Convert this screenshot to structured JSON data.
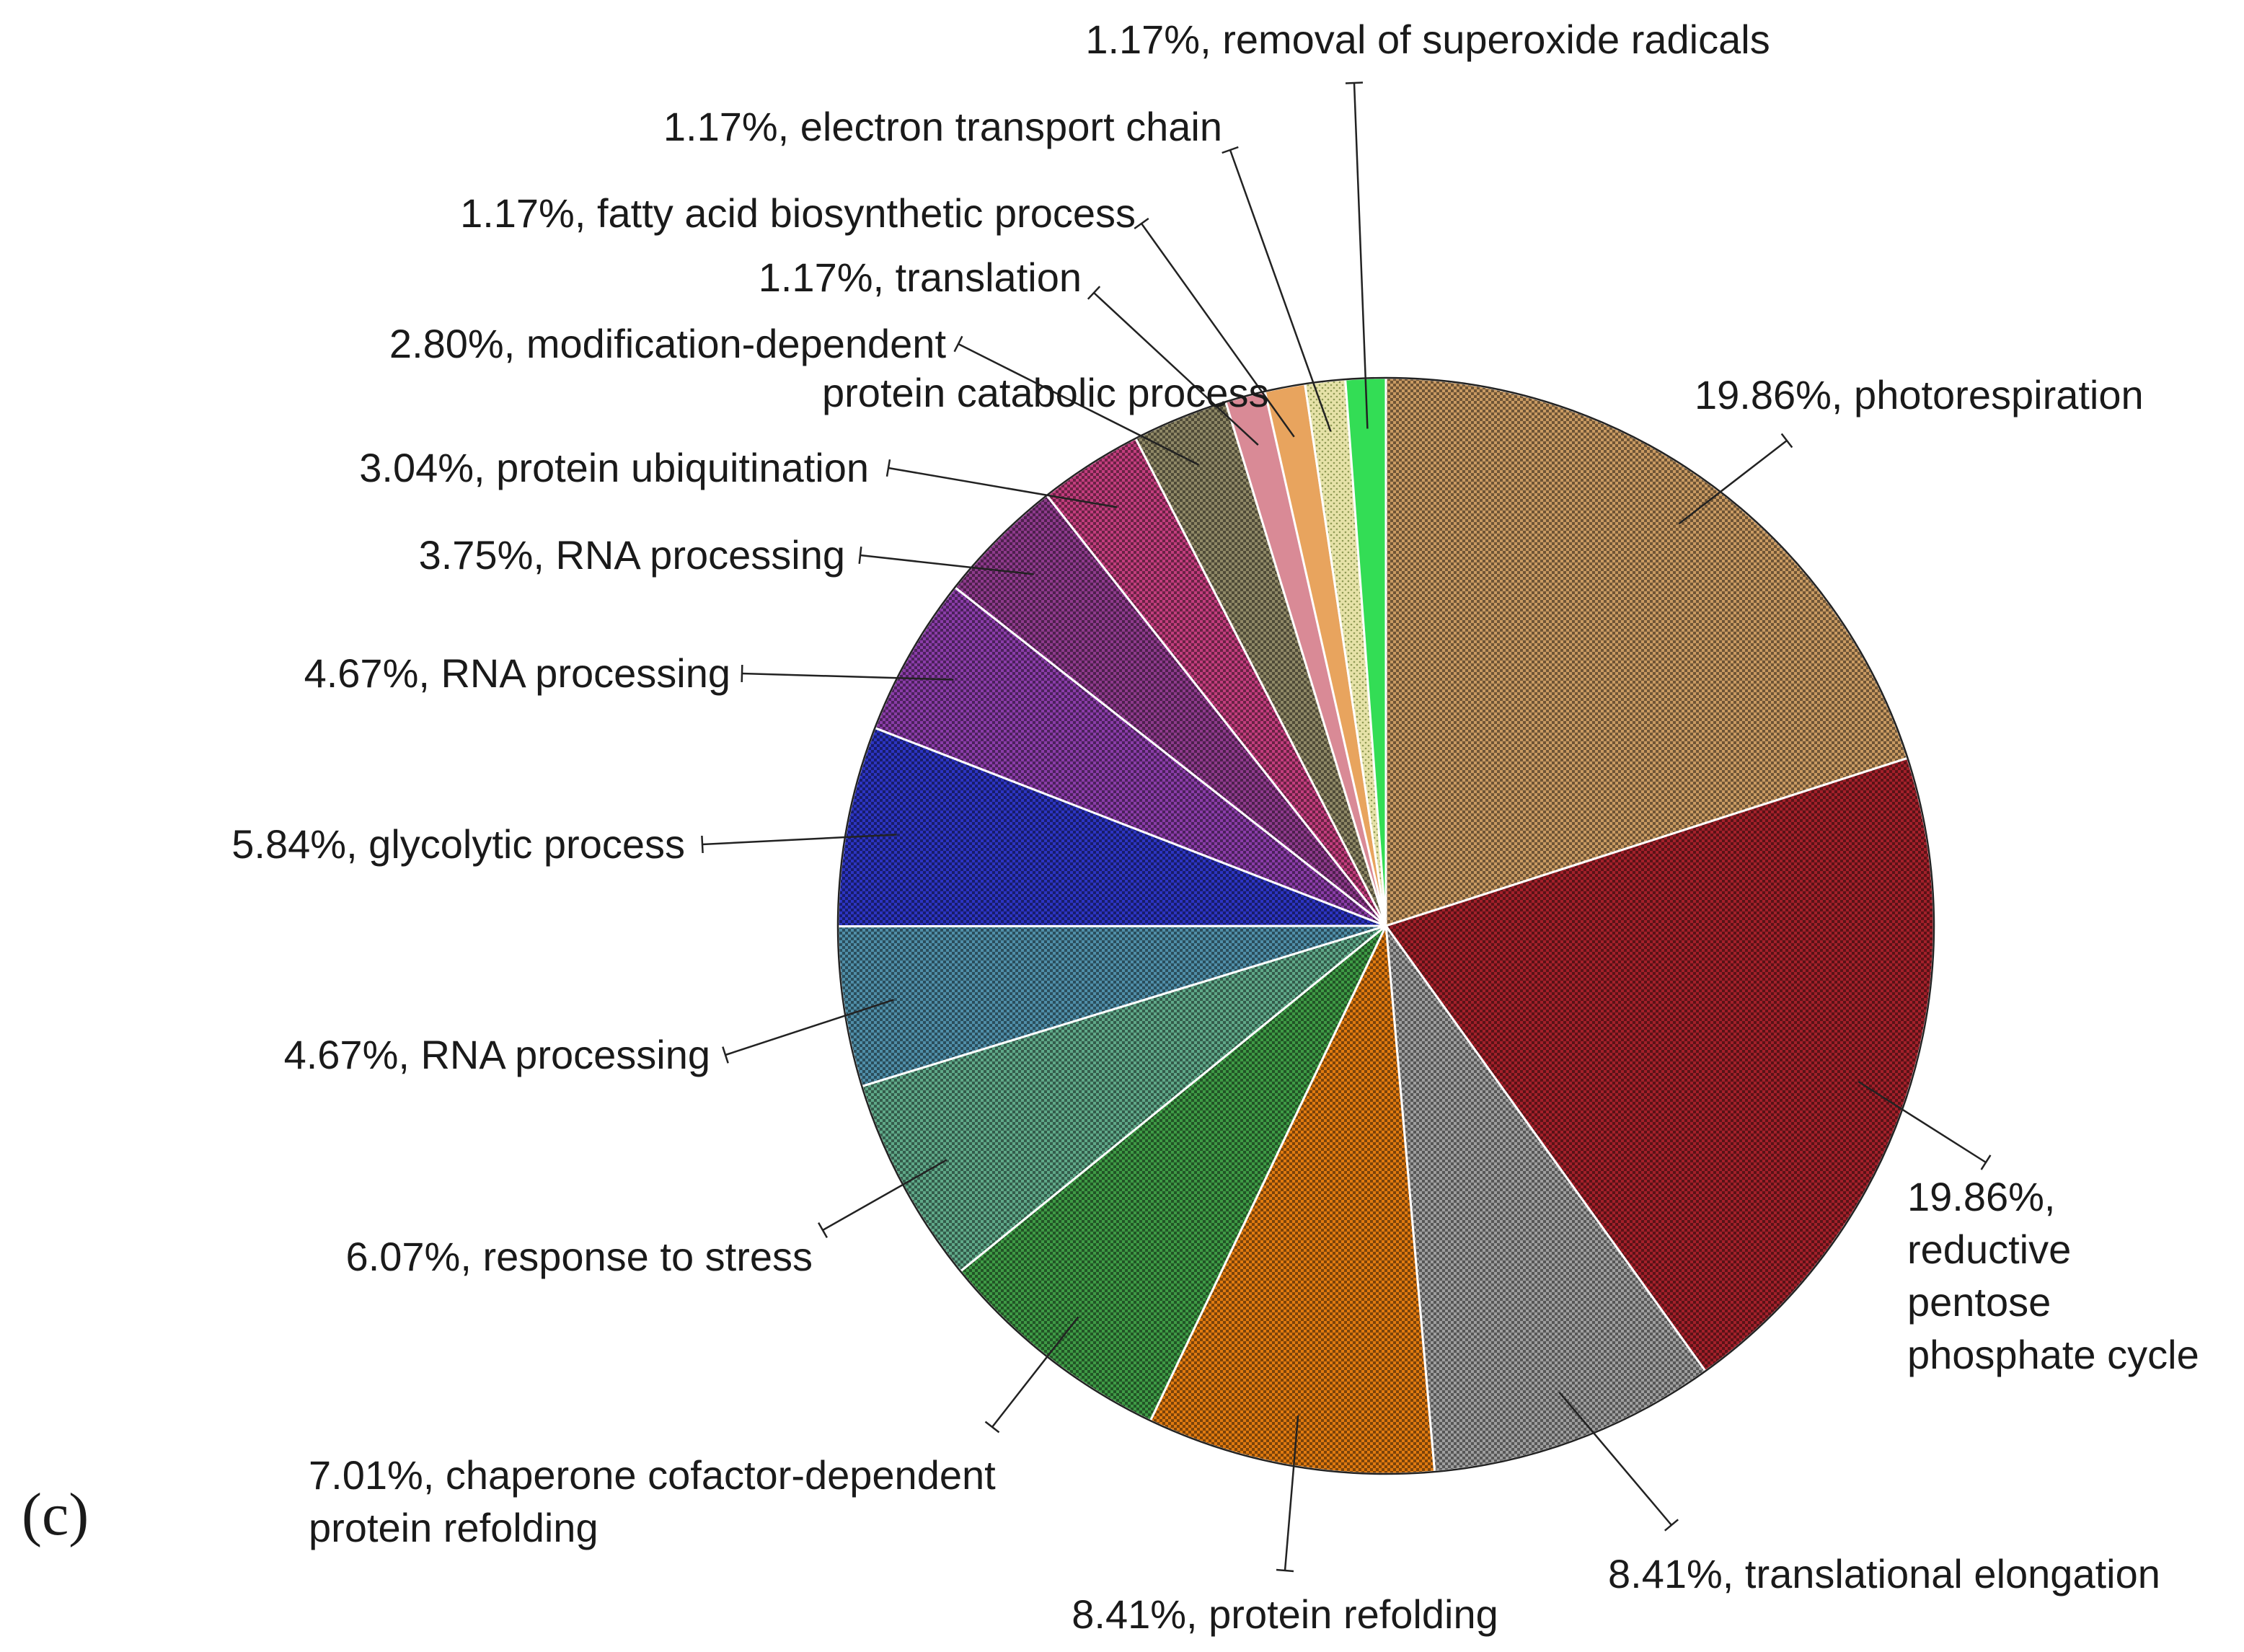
{
  "panel_label": "(c)",
  "chart_data": {
    "type": "pie",
    "title": "",
    "start": "12 o'clock",
    "direction": "clockwise",
    "slices": [
      {
        "label": "photorespiration",
        "value": 19.86,
        "value_text": "19.86%",
        "color": "#c99a62",
        "pattern": "checker"
      },
      {
        "label": "reductive pentose phosphate cycle",
        "value": 19.86,
        "value_text": "19.86%",
        "color": "#a3202a",
        "pattern": "checker"
      },
      {
        "label": "translational elongation",
        "value": 8.41,
        "value_text": "8.41%",
        "color": "#9e9e9e",
        "pattern": "checker"
      },
      {
        "label": "protein refolding",
        "value": 8.41,
        "value_text": "8.41%",
        "color": "#e07a10",
        "pattern": "checker"
      },
      {
        "label": "chaperone cofactor-dependent protein refolding",
        "value": 7.01,
        "value_text": "7.01%",
        "color": "#3e9a45",
        "pattern": "checker"
      },
      {
        "label": "response to stress",
        "value": 6.07,
        "value_text": "6.07%",
        "color": "#5fa888",
        "pattern": "checker"
      },
      {
        "label": "RNA processing",
        "value": 4.67,
        "value_text": "4.67%",
        "color": "#4f8ea8",
        "pattern": "checker"
      },
      {
        "label": "glycolytic process",
        "value": 5.84,
        "value_text": "5.84%",
        "color": "#2c34c2",
        "pattern": "checker"
      },
      {
        "label": "RNA processing",
        "value": 4.67,
        "value_text": "4.67%",
        "color": "#8a3ca8",
        "pattern": "checker"
      },
      {
        "label": "RNA processing",
        "value": 3.75,
        "value_text": "3.75%",
        "color": "#8e3a8c",
        "pattern": "checker"
      },
      {
        "label": "protein ubiquitination",
        "value": 3.04,
        "value_text": "3.04%",
        "color": "#c23d7d",
        "pattern": "checker"
      },
      {
        "label": "modification-dependent protein catabolic process",
        "value": 2.8,
        "value_text": "2.80%",
        "color": "#8f8866",
        "pattern": "checker"
      },
      {
        "label": "translation",
        "value": 1.17,
        "value_text": "1.17%",
        "color": "#d98a96",
        "pattern": "solid"
      },
      {
        "label": "fatty acid biosynthetic process",
        "value": 1.17,
        "value_text": "1.17%",
        "color": "#e8a45e",
        "pattern": "solid"
      },
      {
        "label": "electron transport chain",
        "value": 1.17,
        "value_text": "1.17%",
        "color": "#e6e2a8",
        "pattern": "dots"
      },
      {
        "label": "removal of superoxide radicals",
        "value": 1.17,
        "value_text": "1.17%",
        "color": "#33dd55",
        "pattern": "solid"
      }
    ]
  }
}
